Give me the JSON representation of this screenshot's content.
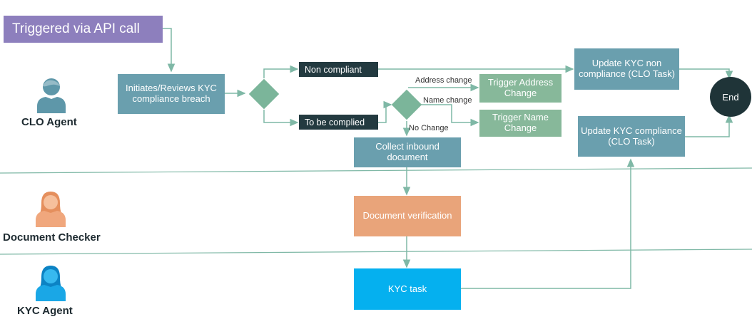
{
  "trigger": {
    "label": "Triggered via API call"
  },
  "lanes": {
    "clo": "CLO Agent",
    "doc": "Document Checker",
    "kyc": "KYC Agent"
  },
  "nodes": {
    "initiate": "Initiates/Reviews KYC compliance breach",
    "non_compliant": "Non compliant",
    "to_be_complied": "To be complied",
    "trigger_address": "Trigger Address Change",
    "trigger_name": "Trigger Name Change",
    "collect": "Collect inbound document",
    "update_non": "Update KYC non compliance (CLO Task)",
    "update_comp": "Update KYC compliance (CLO Task)",
    "end": "End",
    "doc_verify": "Document verification",
    "kyc_task": "KYC task"
  },
  "edge_labels": {
    "address": "Address change",
    "name": "Name change",
    "no_change": "No Change"
  },
  "colors": {
    "teal": "#6a9fae",
    "green": "#87b89a",
    "dark": "#233a40",
    "orange": "#e9a47a",
    "blue": "#05b0ef",
    "purple": "#8d7fbd",
    "end": "#1f3438",
    "lane_line": "#7fb8a6",
    "arrow": "#7fb8a6",
    "clo_person": "#5e97a9",
    "doc_person": "#f0a77d",
    "kyc_person": "#1aa7e6"
  }
}
